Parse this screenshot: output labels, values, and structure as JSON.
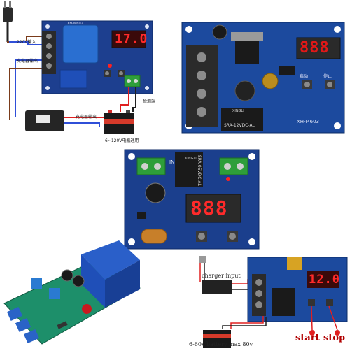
{
  "panel_tl": {
    "board_model": "XH-M602",
    "display": "17.0",
    "label_220v": "220V输入",
    "label_charger_out": "充电器输出",
    "label_detect": "检测端",
    "label_charger_output2": "充电器输出",
    "label_battery_range": "6~120V电瓶通用",
    "colors": {
      "board": "#1d3f8f",
      "transformer": "#2a6fd1",
      "terminal": "#2a2a2a",
      "green_term": "#2e9e3a"
    }
  },
  "panel_tr": {
    "relay_text_brand": "XINGLI",
    "relay_text_model": "SRA-12VDC-AL",
    "board_model": "XH-M603",
    "label_start": "启动",
    "label_stop": "停止",
    "display": "888"
  },
  "panel_mid": {
    "relay_text": "SRA-05VDC-AL",
    "relay_brand": "XINGLI",
    "label_in": "IN",
    "display": "888"
  },
  "panel_bl": {
    "colors": {
      "board": "#1d8f6a",
      "relay": "#1f4fb8",
      "pot": "#2a7ad1"
    }
  },
  "panel_br": {
    "label_charger_input": "charger input",
    "label_battery": "6-60v battery max 80v",
    "label_start": "start",
    "label_stop": "stop",
    "display": "12.0"
  }
}
